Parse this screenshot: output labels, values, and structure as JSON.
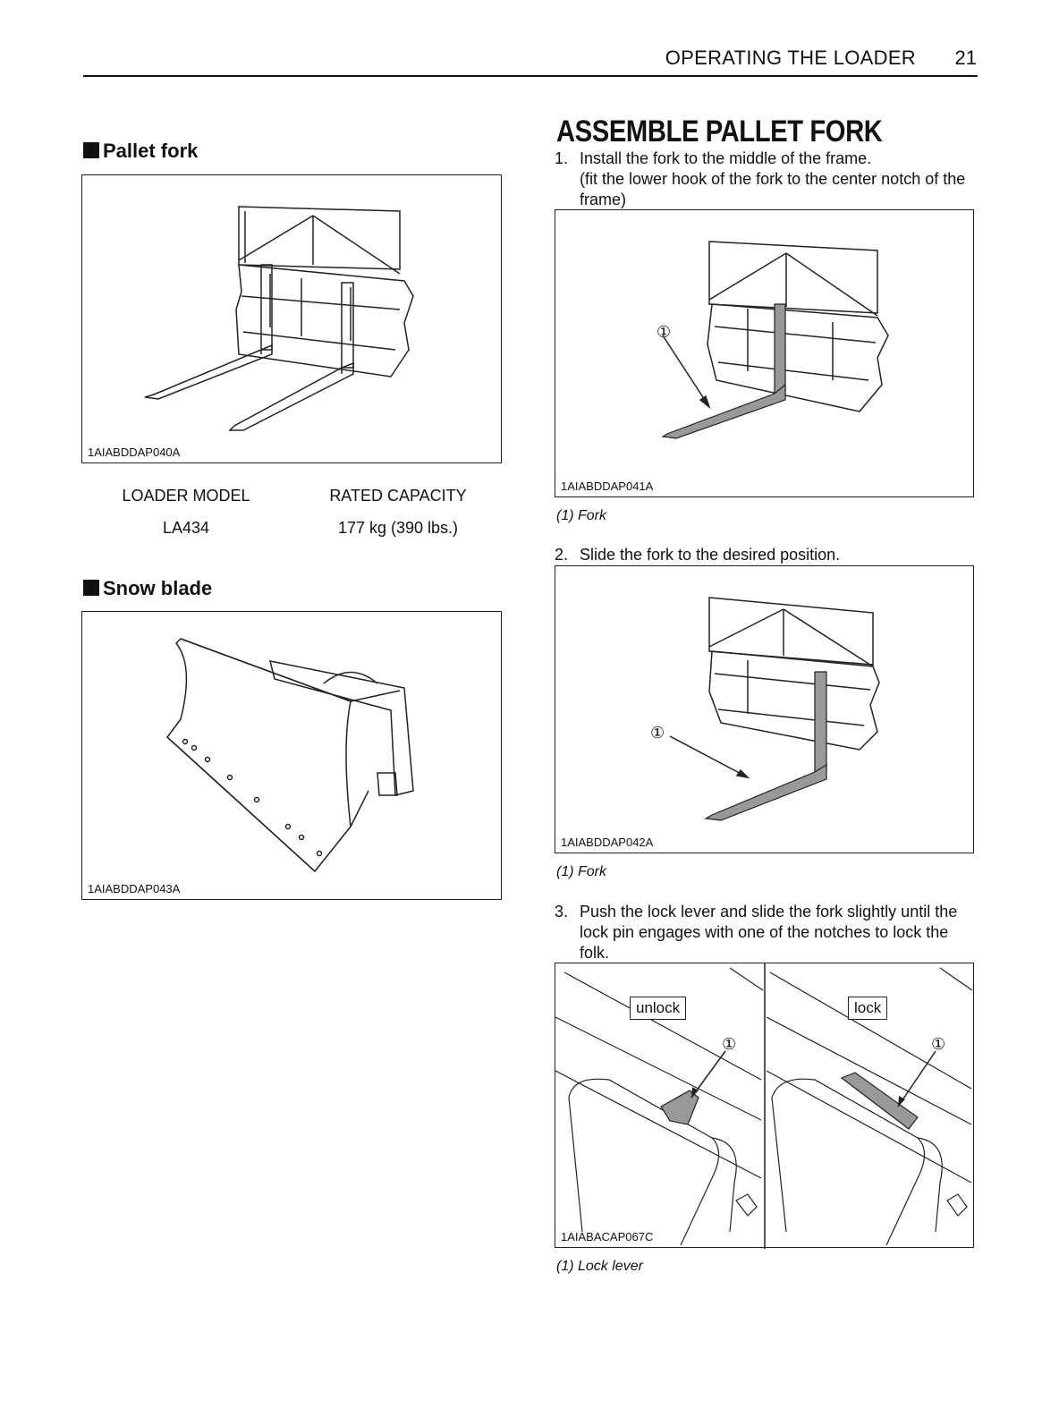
{
  "header": {
    "section_title": "OPERATING THE LOADER",
    "page_number": "21"
  },
  "left": {
    "pallet_fork": {
      "heading": "Pallet fork",
      "figure_code": "1AIABDDAP040A",
      "spec_table": {
        "headers": [
          "LOADER MODEL",
          "RATED CAPACITY"
        ],
        "row": [
          "LA434",
          "177 kg (390 lbs.)"
        ]
      }
    },
    "snow_blade": {
      "heading": "Snow blade",
      "figure_code": "1AIABDDAP043A"
    }
  },
  "right": {
    "title": "ASSEMBLE PALLET FORK",
    "steps": [
      {
        "num": "1.",
        "line1": "Install the fork to the middle of the frame.",
        "line2": "(fit the lower hook of the fork to the center notch of the",
        "line3": "frame)"
      },
      {
        "num": "2.",
        "line1": "Slide the fork to the desired position."
      },
      {
        "num": "3.",
        "line1": "Push the lock lever and slide the fork slightly until the",
        "line2": "lock pin engages with one of the notches to lock the",
        "line3": "folk."
      }
    ],
    "figures": [
      {
        "code": "1AIABDDAP041A",
        "caption": "(1) Fork",
        "callout": "①"
      },
      {
        "code": "1AIABDDAP042A",
        "caption": "(1) Fork",
        "callout": "①"
      },
      {
        "code": "1AIABACAP067C",
        "caption": "(1) Lock lever",
        "callout": "①",
        "label_left": "unlock",
        "label_right": "lock"
      }
    ]
  }
}
